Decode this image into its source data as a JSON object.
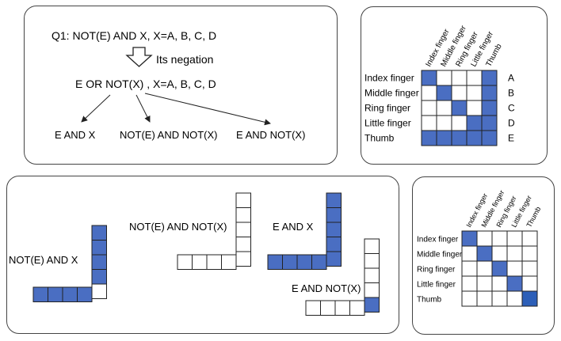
{
  "colors": {
    "fill": "#4a6ec2",
    "fill_dark": "#2d5fb8",
    "stroke": "#222222",
    "empty": "#ffffff"
  },
  "icons": {
    "negation_arrow": "outline-down-arrow-icon"
  },
  "logic_panel": {
    "q1": "Q1:  NOT(E) AND X,   X=A, B, C, D",
    "negation_label": "Its negation",
    "negation_expr": "E  OR  NOT(X)  ,   X=A, B, C, D",
    "branches": [
      "E AND X",
      "NOT(E) AND NOT(X)",
      "E AND NOT(X)"
    ]
  },
  "grid_top": {
    "col_labels": [
      "Index finger",
      "Middle finger",
      "Ring finger",
      "Little finger",
      "Thumb"
    ],
    "row_labels": [
      "Index finger",
      "Middle finger",
      "Ring finger",
      "Little finger",
      "Thumb"
    ],
    "right_labels": [
      "A",
      "B",
      "C",
      "D",
      "E"
    ],
    "filled": [
      [
        1,
        0,
        0,
        0,
        1
      ],
      [
        0,
        1,
        0,
        0,
        1
      ],
      [
        0,
        0,
        1,
        0,
        1
      ],
      [
        0,
        0,
        0,
        1,
        1
      ],
      [
        1,
        1,
        1,
        1,
        1
      ]
    ]
  },
  "shapes_panel": {
    "shapes": [
      {
        "label": "NOT(E) AND X",
        "vertical": [
          1,
          1,
          1,
          1,
          0
        ],
        "horizontal": [
          1,
          1,
          1,
          1
        ]
      },
      {
        "label": "NOT(E) AND NOT(X)",
        "vertical": [
          0,
          0,
          0,
          0,
          0
        ],
        "horizontal": [
          0,
          0,
          0,
          0
        ]
      },
      {
        "label": "E AND X",
        "vertical": [
          1,
          1,
          1,
          1,
          1
        ],
        "horizontal": [
          1,
          1,
          1,
          1
        ]
      },
      {
        "label": "E AND NOT(X)",
        "vertical": [
          0,
          0,
          0,
          0,
          1
        ],
        "horizontal": [
          0,
          0,
          0,
          0
        ]
      }
    ]
  },
  "grid_bottom": {
    "col_labels": [
      "Index finger",
      "Middle finger",
      "Ring finger",
      "Little finger",
      "Thumb"
    ],
    "row_labels": [
      "Index finger",
      "Middle finger",
      "Ring finger",
      "Little finger",
      "Thumb"
    ],
    "filled": [
      [
        1,
        0,
        0,
        0,
        0
      ],
      [
        0,
        1,
        0,
        0,
        0
      ],
      [
        0,
        0,
        1,
        0,
        0
      ],
      [
        0,
        0,
        0,
        1,
        0
      ],
      [
        0,
        0,
        0,
        0,
        2
      ]
    ]
  }
}
